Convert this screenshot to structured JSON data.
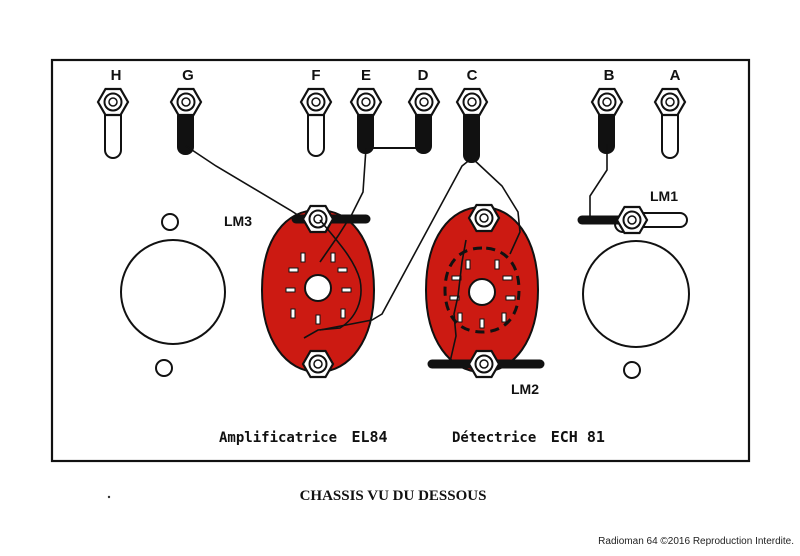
{
  "diagram": {
    "title": "CHASSIS VU DU DESSOUS",
    "copyright": "Radioman 64 ©2016 Reproduction Interdite.",
    "terminals": [
      "H",
      "G",
      "F",
      "E",
      "D",
      "C",
      "B",
      "A"
    ],
    "lug_labels": {
      "lm1": "LM1",
      "lm2": "LM2",
      "lm3": "LM3"
    },
    "tubes": {
      "left": {
        "function": "Amplificatrice",
        "model": "EL84"
      },
      "right": {
        "function": "Détectrice",
        "model": "ECH 81"
      }
    },
    "colors": {
      "socket": "#cc1a12",
      "ink": "#111111",
      "paper": "#ffffff"
    }
  }
}
